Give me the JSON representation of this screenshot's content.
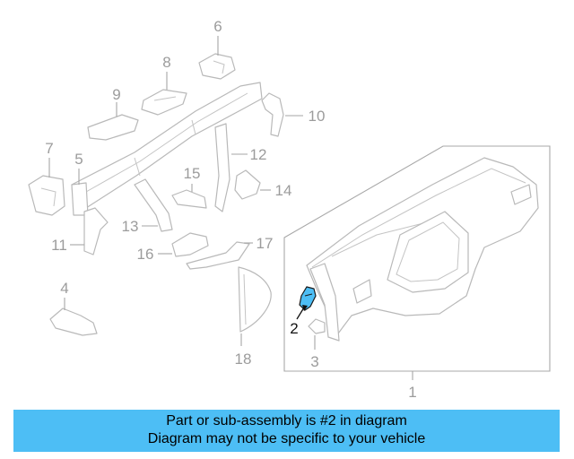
{
  "diagram": {
    "callouts": [
      "1",
      "2",
      "3",
      "4",
      "5",
      "6",
      "7",
      "8",
      "9",
      "10",
      "11",
      "12",
      "13",
      "14",
      "15",
      "16",
      "17",
      "18"
    ],
    "highlighted_part": "2",
    "highlight_color": "#4dbef5",
    "banner_color": "#4dbef5"
  },
  "banner": {
    "line1": "Part or sub-assembly is #2 in diagram",
    "line2": "Diagram may not be specific to your vehicle"
  }
}
